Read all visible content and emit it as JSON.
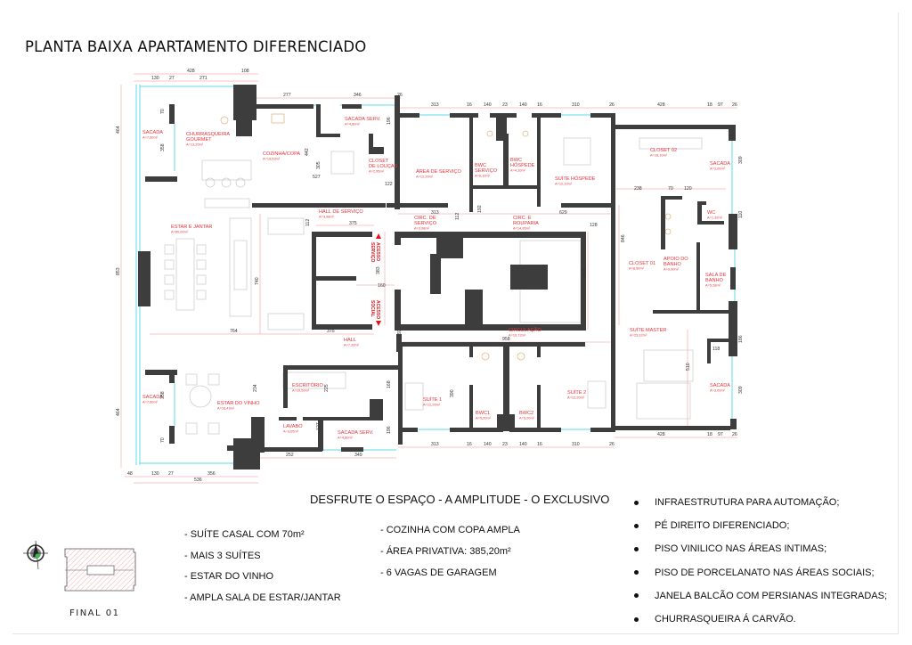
{
  "title": "PLANTA BAIXA APARTAMENTO DIFERENCIADO",
  "rooms": [
    {
      "name": [
        "SACADA"
      ],
      "area": "A=7,60m²"
    },
    {
      "name": [
        "CHURRASQUEIRA",
        "GOURMET"
      ],
      "area": "A=13,20m²"
    },
    {
      "name": [
        "COZINHA/COPA"
      ],
      "area": "A=19,53m²"
    },
    {
      "name": [
        "SACADA SERV."
      ],
      "area": "A=4,80m²"
    },
    {
      "name": [
        "CLOSET",
        "DE LOUÇAS"
      ],
      "area": "A=2,95m²"
    },
    {
      "name": [
        "ÁREA DE SERVIÇO"
      ],
      "area": "A=12,20m²"
    },
    {
      "name": [
        "BWC",
        "SERVIÇO"
      ],
      "area": "A=6,10m²"
    },
    {
      "name": [
        "BWC",
        "HÓSPEDE"
      ],
      "area": "A=4,10m²"
    },
    {
      "name": [
        "SUÍTE HÓSPEDE"
      ],
      "area": "A=12,10m²"
    },
    {
      "name": [
        "CLOSET 02"
      ],
      "area": "A=16,10m²"
    },
    {
      "name": [
        "SACADA"
      ],
      "area": "A=3,00m²"
    },
    {
      "name": [
        "HALL DE SERVIÇO"
      ],
      "area": "A=3,98m²"
    },
    {
      "name": [
        "CIRC. DE",
        "SERVIÇO"
      ],
      "area": "A=3,98m²"
    },
    {
      "name": [
        "CIRC. E",
        "ROUPARIA"
      ],
      "area": "A=14,95m²"
    },
    {
      "name": [
        "WC"
      ],
      "area": "A=1,32m²"
    },
    {
      "name": [
        "ESTAR E JANTAR"
      ],
      "area": "A=60,00m²"
    },
    {
      "name": [
        "APOIO DO",
        "BANHO"
      ],
      "area": "A=9,00m²"
    },
    {
      "name": [
        "CLOSET 01"
      ],
      "area": "A=8,50m²"
    },
    {
      "name": [
        "SALA DE",
        "BANHO"
      ],
      "area": "A=5,28m²"
    },
    {
      "name": [
        "CIRCULAÇÃO"
      ],
      "area": "A=10,72m²"
    },
    {
      "name": [
        "SUÍTE MASTER"
      ],
      "area": "A=23,92m²"
    },
    {
      "name": [
        "HALL"
      ],
      "area": "A=7,20m²"
    },
    {
      "name": [
        "ESCRITÓRIO"
      ],
      "area": "A=10,50m²"
    },
    {
      "name": [
        "SACADA"
      ],
      "area": "A=7,60m²"
    },
    {
      "name": [
        "ESTAR DO VINHO"
      ],
      "area": "A=16,43m²"
    },
    {
      "name": [
        "SUÍTE 1"
      ],
      "area": "A=12,20m²"
    },
    {
      "name": [
        "SUÍTE 2"
      ],
      "area": "A=12,20m²"
    },
    {
      "name": [
        "BWC1"
      ],
      "area": "A=5,20m²"
    },
    {
      "name": [
        "BWC2"
      ],
      "area": "A=5,20m²"
    },
    {
      "name": [
        "SACADA"
      ],
      "area": "A=3,00m²"
    },
    {
      "name": [
        "LAVABO"
      ],
      "area": "A=3,05m²"
    },
    {
      "name": [
        "SACADA SERV."
      ],
      "area": "A=4,80m²"
    }
  ],
  "access": {
    "service": [
      "ACESSO",
      "SERVIÇO"
    ],
    "social": [
      "ACESSO",
      "SOCIAL"
    ]
  },
  "dimensions": [
    "428",
    "108",
    "130",
    "27",
    "271",
    "277",
    "346",
    "26",
    "313",
    "16",
    "140",
    "23",
    "140",
    "16",
    "310",
    "26",
    "428",
    "18",
    "97",
    "26",
    "313",
    "16",
    "140",
    "23",
    "140",
    "16",
    "310",
    "26",
    "428",
    "18",
    "97",
    "26",
    "252",
    "349",
    "48",
    "130",
    "27",
    "356",
    "536",
    "464",
    "853",
    "464",
    "764",
    "375",
    "958",
    "740",
    "653",
    "375",
    "313",
    "629",
    "128",
    "238",
    "70",
    "120",
    "846",
    "510",
    "118",
    "160",
    "383",
    "112",
    "112",
    "442",
    "305",
    "527",
    "122",
    "196",
    "358",
    "358",
    "70",
    "70",
    "234",
    "225",
    "168",
    "196",
    "127",
    "192",
    "192",
    "309",
    "309",
    "110",
    "186",
    "390",
    "390"
  ],
  "slogan": "DESFRUTE O ESPAÇO - A AMPLITUDE - O EXCLUSIVO",
  "features_left": [
    "- SUÍTE CASAL COM 70m²",
    "- MAIS 3 SUÍTES",
    "- ESTAR DO VINHO",
    "- AMPLA SALA DE ESTAR/JANTAR"
  ],
  "features_middle": [
    "- COZINHA COM COPA AMPLA",
    "- ÁREA PRIVATIVA: 385,20m²",
    "- 6 VAGAS DE GARAGEM"
  ],
  "features_bullets": [
    "INFRAESTRUTURA PARA AUTOMAÇÃO;",
    "PÉ DIREITO DIFERENCIADO;",
    "PISO VINILICO NAS ÁREAS INTIMAS;",
    "PISO DE PORCELANATO NAS ÁREAS SOCIAIS;",
    "JANELA BALCÃO COM PERSIANAS INTEGRADAS;",
    "CHURRASQUEIRA Á CARVÃO."
  ],
  "key_plan_label": "FINAL 01",
  "colors": {
    "wall": "#3d3d3d",
    "label": "#e8333a",
    "window": "#5fd8e8",
    "dimension": "#f08a8f"
  }
}
